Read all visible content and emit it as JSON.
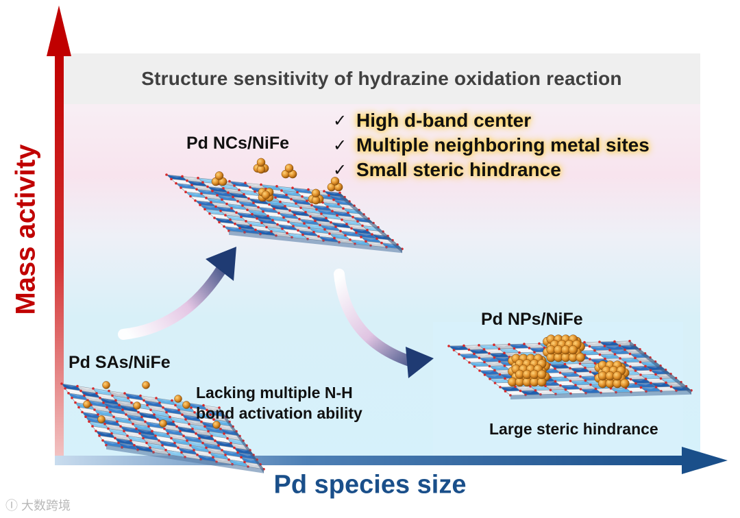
{
  "title": "Structure sensitivity of hydrazine oxidation reaction",
  "y_axis_label": "Mass activity",
  "x_axis_label": "Pd species size",
  "species": {
    "sa": {
      "name": "Pd SAs/NiFe",
      "note_line1": "Lacking multiple N-H",
      "note_line2": "bond activation ability"
    },
    "nc": {
      "name": "Pd NCs/NiFe"
    },
    "np": {
      "name": "Pd NPs/NiFe",
      "note": "Large steric hindrance"
    }
  },
  "advantages": [
    {
      "mark": "✓",
      "text": "High d-band center"
    },
    {
      "mark": "✓",
      "text": "Multiple neighboring metal sites"
    },
    {
      "mark": "✓",
      "text": "Small steric hindrance"
    }
  ],
  "watermark": "大数跨境",
  "colors": {
    "y_axis": "#c00000",
    "x_axis": "#1a4f8a",
    "pd_atom": "#d98a1e",
    "flow_arrow": "#1f3b73"
  }
}
